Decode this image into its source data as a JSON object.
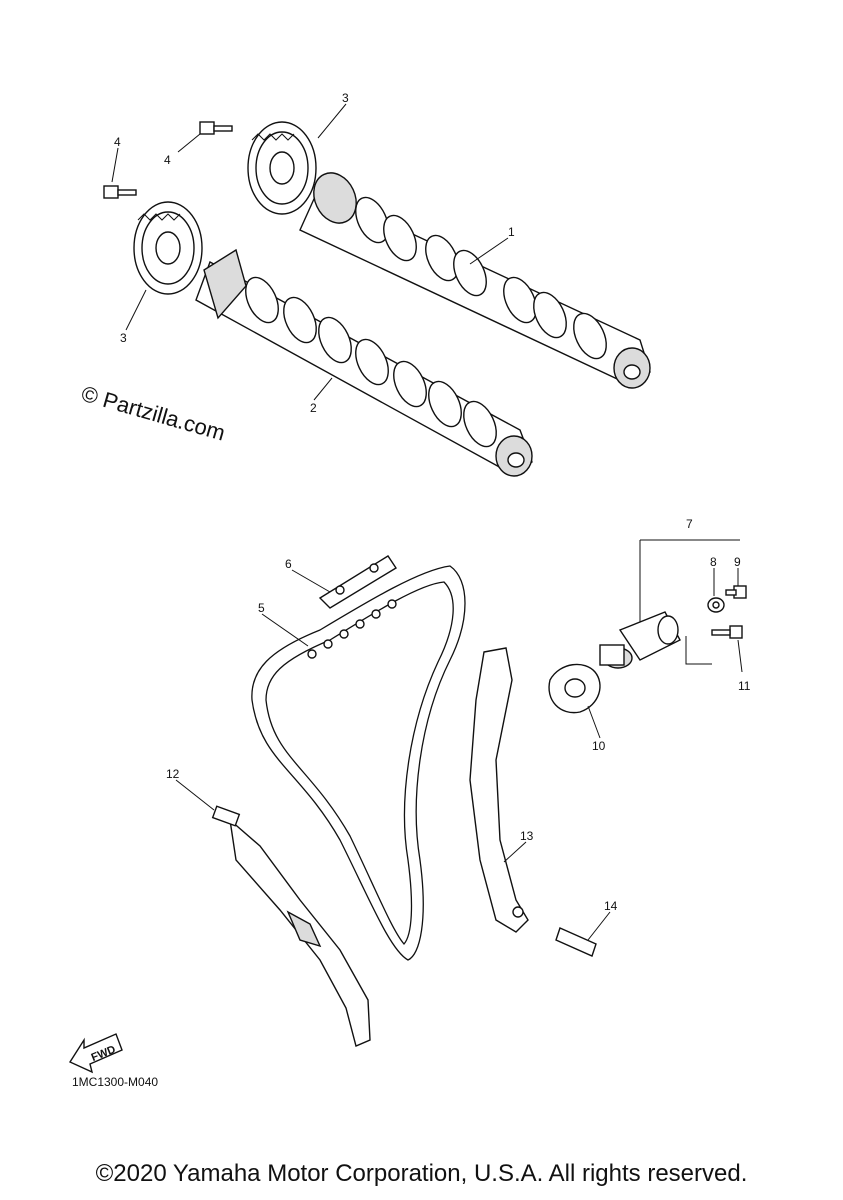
{
  "watermark": "© Partzilla.com",
  "diagram_code": "1MC1300-M040",
  "fwd_label": "FWD",
  "copyright": "©2020 Yamaha Motor Corporation, U.S.A. All rights reserved.",
  "callouts": {
    "c1": "1",
    "c2": "2",
    "c3a": "3",
    "c3b": "3",
    "c4a": "4",
    "c4b": "4",
    "c5": "5",
    "c6": "6",
    "c7": "7",
    "c8": "8",
    "c9": "9",
    "c10": "10",
    "c11": "11",
    "c12": "12",
    "c13": "13",
    "c14": "14"
  },
  "colors": {
    "ink": "#111111",
    "background": "#ffffff"
  }
}
